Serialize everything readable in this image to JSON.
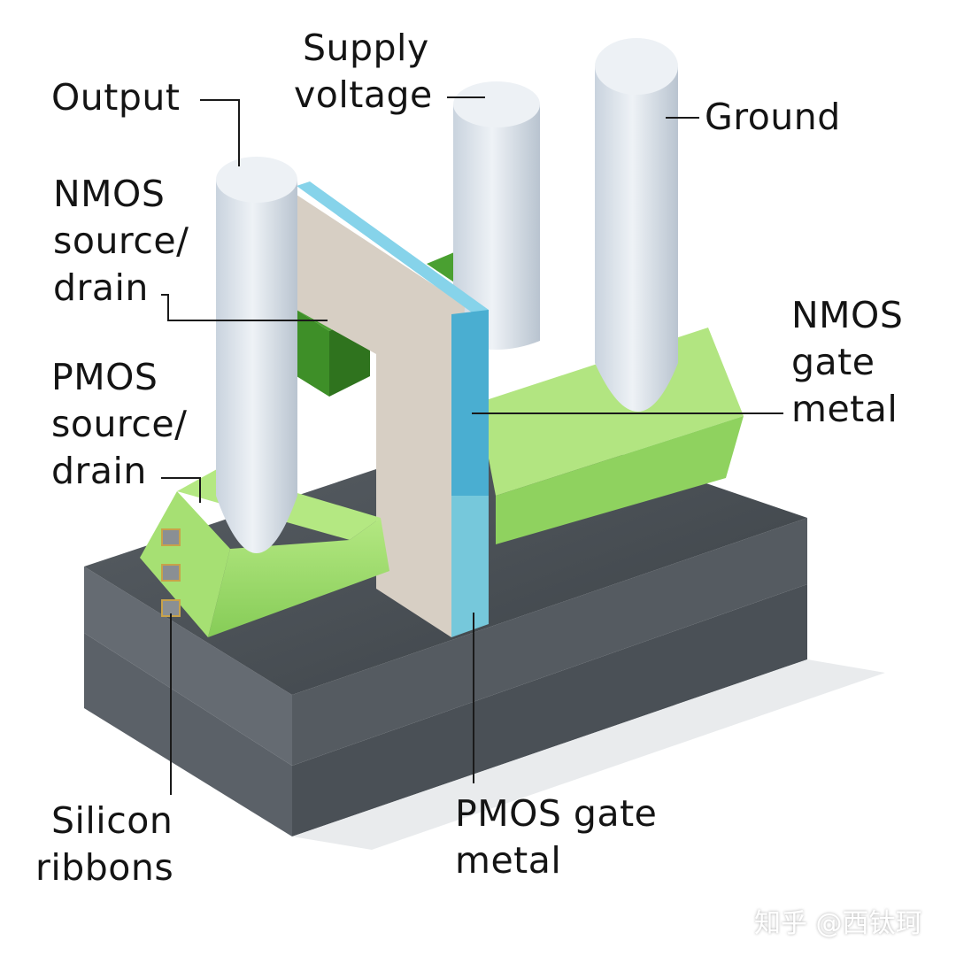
{
  "labels": {
    "output": "Output",
    "supply_voltage": [
      "Supply",
      "voltage"
    ],
    "ground": "Ground",
    "nmos_source_drain": [
      "NMOS",
      "source/",
      "drain"
    ],
    "pmos_source_drain": [
      "PMOS",
      "source/",
      "drain"
    ],
    "nmos_gate_metal": [
      "NMOS",
      "gate",
      "metal"
    ],
    "pmos_gate_metal": [
      "PMOS gate",
      "metal"
    ],
    "silicon_ribbons": [
      "Silicon",
      "ribbons"
    ]
  },
  "watermark": "知乎 @西钛珂",
  "colors": {
    "background": "#ffffff",
    "substrate_top": "#3f454b",
    "substrate_front": "#5b6168",
    "substrate_side": "#4a5056",
    "pillar": "#dfe6ee",
    "green_light": "#9fdc6a",
    "green_dark": "#3f8e29",
    "gate_panel": "#d7cfc4",
    "gate_edge_nmos": "#4aaed1",
    "gate_edge_pmos": "#76c8db",
    "ribbon": "#8a8f94",
    "text": "#141414",
    "leader": "#1a1a1a"
  }
}
